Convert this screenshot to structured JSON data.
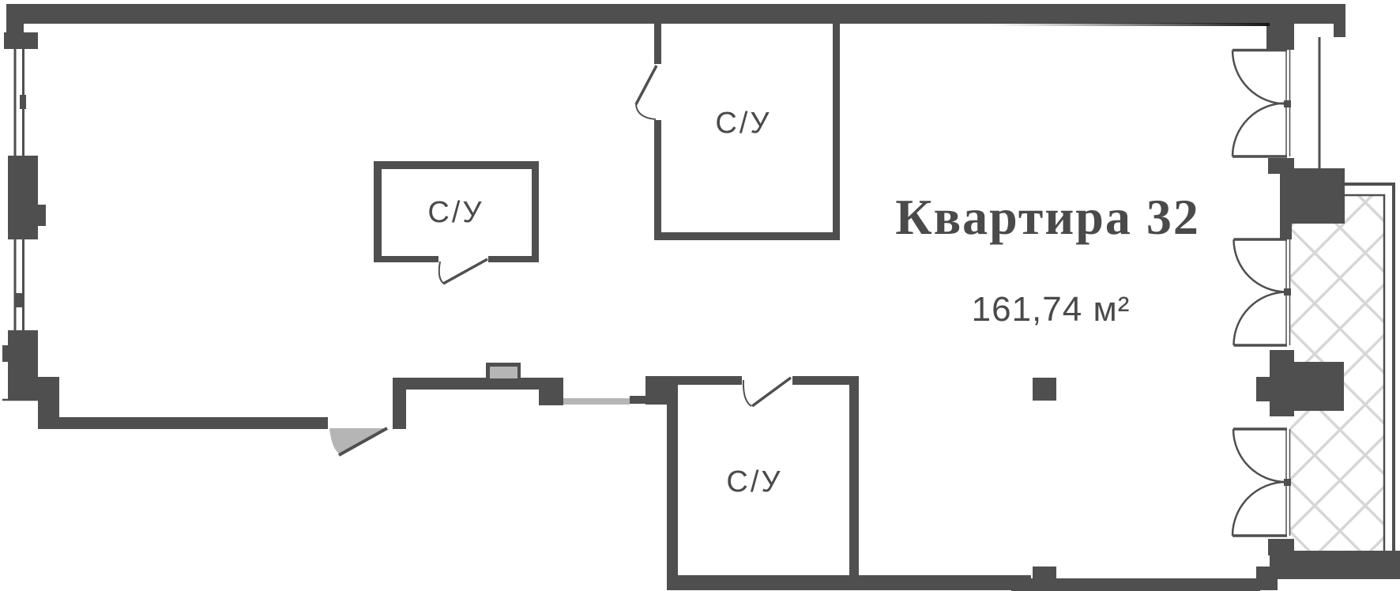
{
  "plan": {
    "title": "Квартира 32",
    "area_label": "161,74 м²",
    "rooms": [
      {
        "label": "С/У"
      },
      {
        "label": "С/У"
      },
      {
        "label": "С/У"
      }
    ]
  },
  "colors": {
    "wall": "#4f4f4f",
    "text": "#4a4a4a",
    "gray_fill": "#b5b5b5",
    "hatch": "#d6d6d6",
    "dark_line": "#161616",
    "background": "#ffffff"
  }
}
